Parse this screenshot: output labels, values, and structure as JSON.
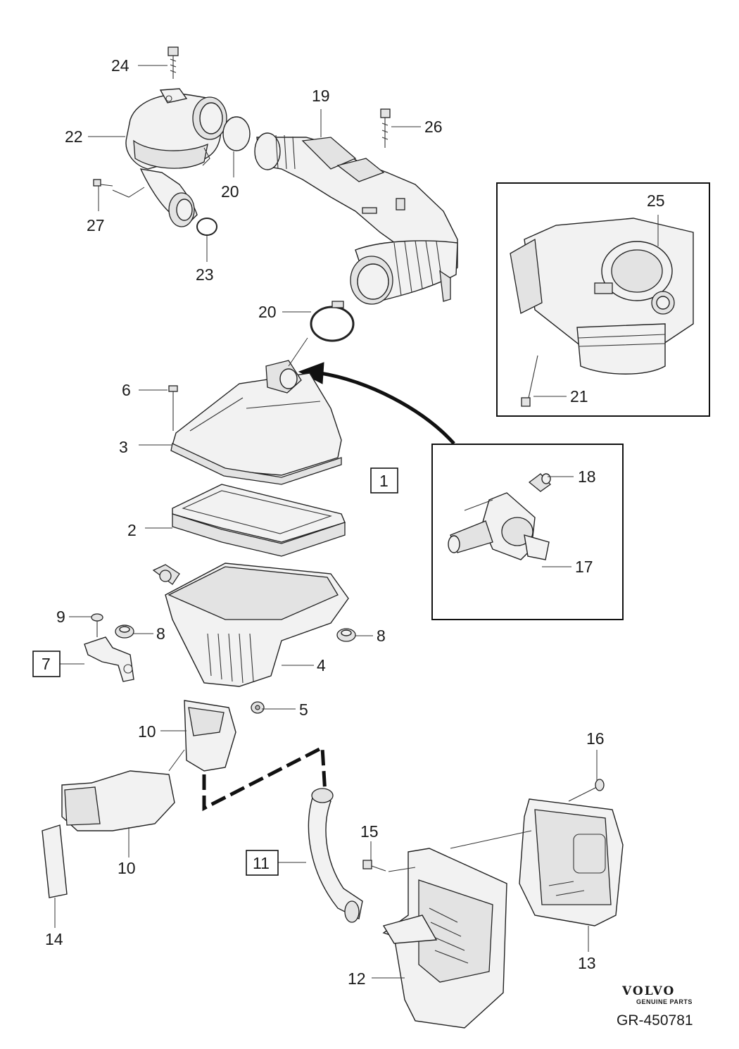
{
  "callouts": {
    "c1": "1",
    "c2": "2",
    "c3": "3",
    "c4": "4",
    "c5": "5",
    "c6": "6",
    "c7": "7",
    "c8a": "8",
    "c8b": "8",
    "c9": "9",
    "c10a": "10",
    "c10b": "10",
    "c11": "11",
    "c12": "12",
    "c13": "13",
    "c14": "14",
    "c15": "15",
    "c16": "16",
    "c17": "17",
    "c18": "18",
    "c19": "19",
    "c20a": "20",
    "c20b": "20",
    "c21": "21",
    "c22": "22",
    "c23": "23",
    "c24": "24",
    "c25": "25",
    "c26": "26",
    "c27": "27"
  },
  "brand": {
    "name": "VOLVO",
    "tagline": "GENUINE PARTS"
  },
  "reference": "GR-450781"
}
